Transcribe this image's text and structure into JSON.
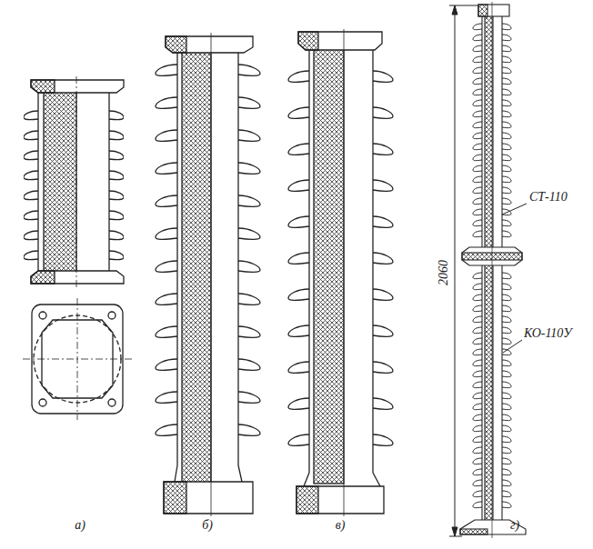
{
  "diagram": {
    "labels": [
      "а)",
      "б)",
      "в)",
      "г)",
      "2060",
      "СТ-110",
      "КО-110У"
    ]
  }
}
